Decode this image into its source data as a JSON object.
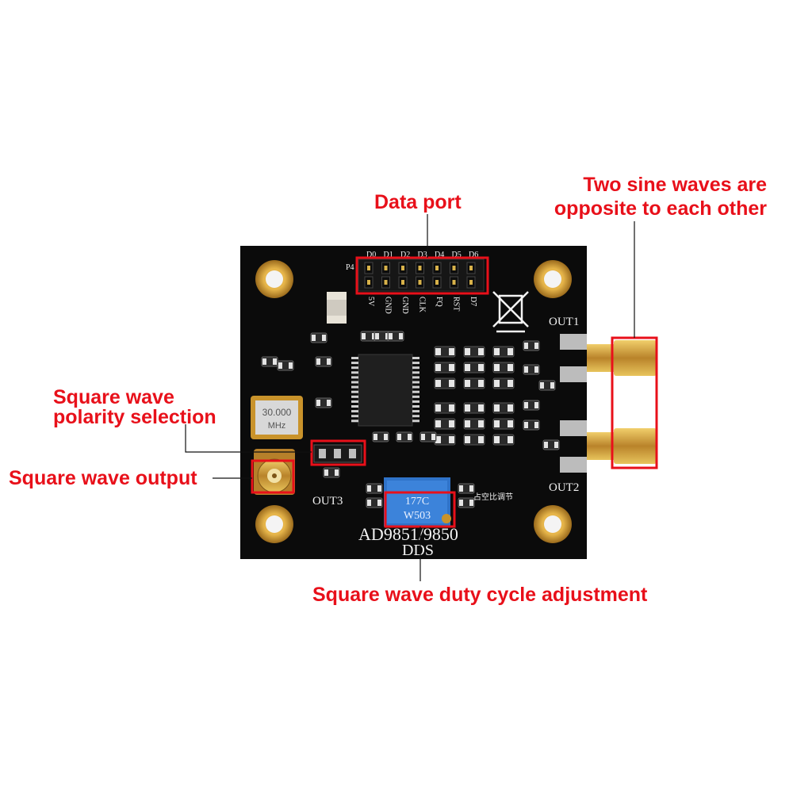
{
  "annotations": {
    "data_port": "Data port",
    "sine_line1": "Two sine waves are",
    "sine_line2": "opposite to each other",
    "polarity_line1": "Square wave",
    "polarity_line2": "polarity selection",
    "square_output": "Square wave output",
    "duty_cycle": "Square wave duty cycle adjustment"
  },
  "board": {
    "board_title": "AD9851/9850",
    "board_subtitle": "DDS",
    "connector_label": "P4",
    "top_pins": [
      "D0",
      "D1",
      "D2",
      "D3",
      "D4",
      "D5",
      "D6"
    ],
    "bottom_pins": [
      "5V",
      "GND",
      "GND",
      "CLK",
      "FQ",
      "RST",
      "D7"
    ],
    "out1": "OUT1",
    "out2": "OUT2",
    "out3": "OUT3",
    "crystal_freq": "30.000",
    "crystal_unit": "MHz",
    "pot_code_top": "177C",
    "pot_code_bottom": "W503",
    "duty_text": "占空比调节"
  },
  "colors": {
    "callout": "#e8101a",
    "pcb": "#0b0b0b",
    "gold": "#c9932b",
    "silkscreen": "#f2f2f2",
    "potentiometer": "#2f73c9"
  }
}
